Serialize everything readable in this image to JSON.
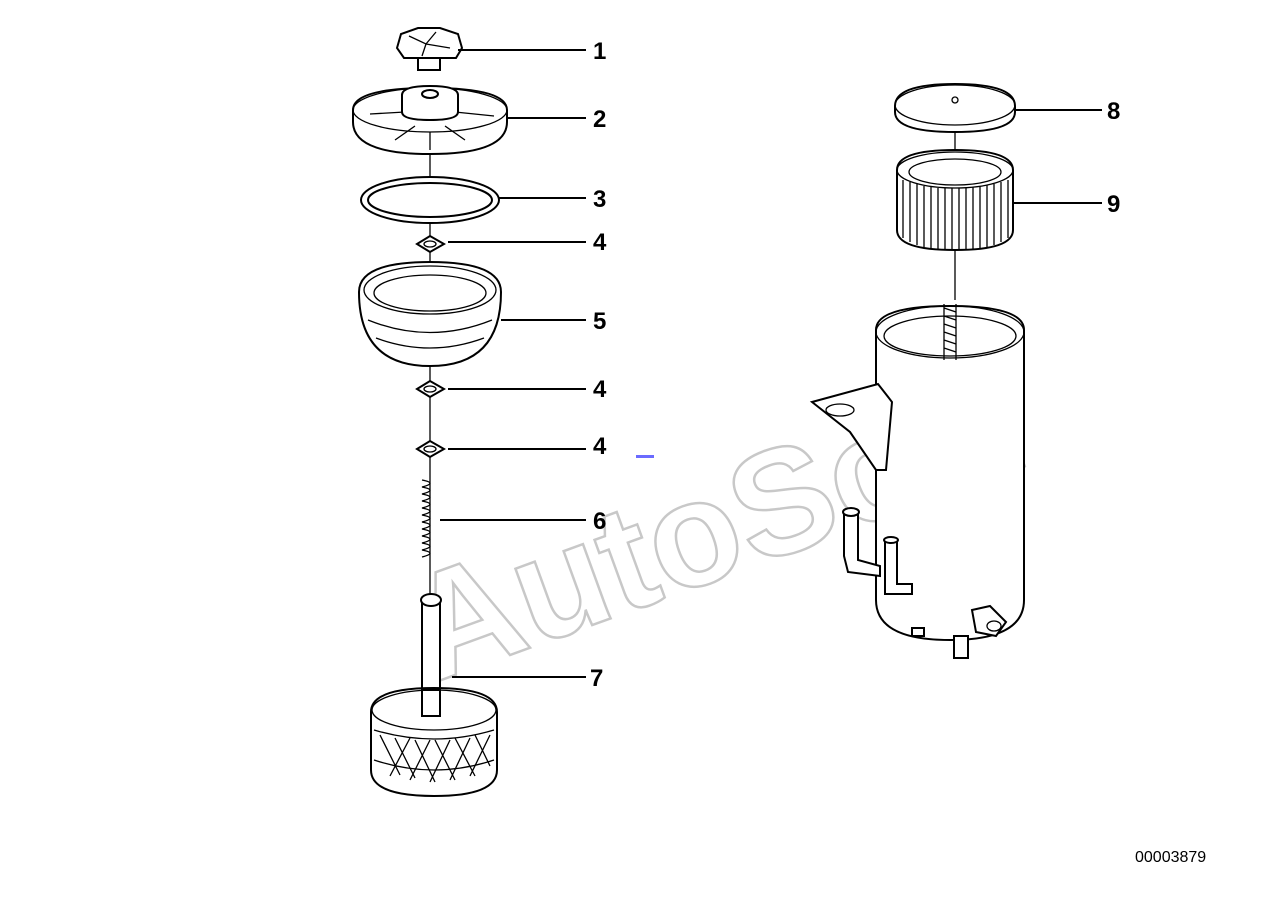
{
  "diagram": {
    "callouts": [
      {
        "id": "c1",
        "label": "1"
      },
      {
        "id": "c2",
        "label": "2"
      },
      {
        "id": "c3",
        "label": "3"
      },
      {
        "id": "c4a",
        "label": "4"
      },
      {
        "id": "c5",
        "label": "5"
      },
      {
        "id": "c4b",
        "label": "4"
      },
      {
        "id": "c4c",
        "label": "4"
      },
      {
        "id": "c6",
        "label": "6"
      },
      {
        "id": "c7",
        "label": "7"
      },
      {
        "id": "c8",
        "label": "8"
      },
      {
        "id": "c9",
        "label": "9"
      }
    ],
    "diagram_number": "00003879",
    "watermark": "AutoSoft",
    "colors": {
      "line": "#000000",
      "watermark": "#c8c8c8",
      "marker": "#6b6bff"
    }
  }
}
